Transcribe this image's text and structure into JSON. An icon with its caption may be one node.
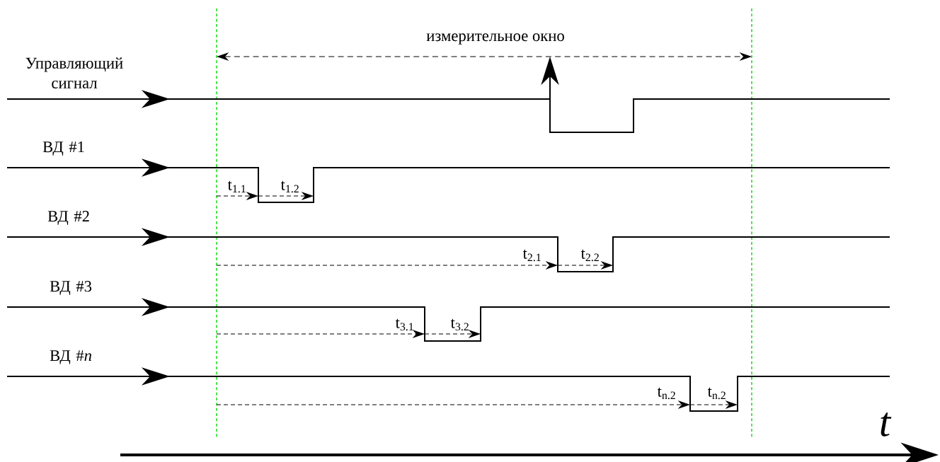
{
  "diagram": {
    "labels": [
      "измерительное окно",
      "Управляющий сигнал",
      "ВД #1",
      "t$_{1.1}$",
      "t$_{1.2}$",
      "ВД #2",
      "t$_{2.1}$",
      "t$_{2.2}$",
      "ВД #3",
      "t$_{3.1}$",
      "t$_{3.2}$",
      "ВД #*n*",
      "t$_{n.2}$",
      "t$_{n.2}$",
      "t"
    ]
  }
}
